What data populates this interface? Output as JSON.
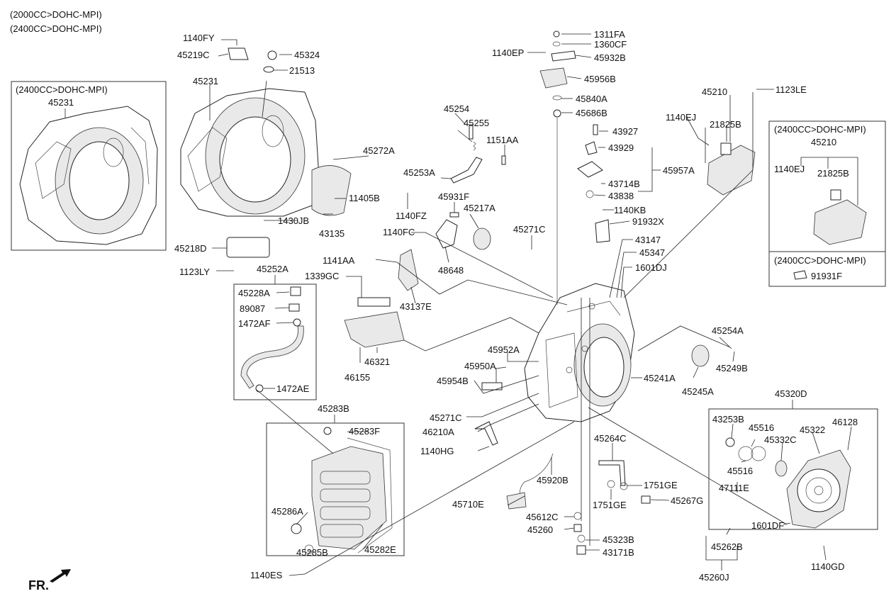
{
  "header_notes": [
    "(2000CC>DOHC-MPI)",
    "(2400CC>DOHC-MPI)"
  ],
  "fr_marker": "FR.",
  "inset_boxes": {
    "left_case": {
      "title": "(2400CC>DOHC-MPI)",
      "part": "45231"
    },
    "right_bracket": {
      "title": "(2400CC>DOHC-MPI)",
      "parts": [
        "45210",
        "1140EJ",
        "21825B"
      ],
      "sub_title": "(2400CC>DOHC-MPI)",
      "sub_part": "91931F"
    }
  },
  "group_boxes": {
    "hose_group": "45252A",
    "oil_pan_group": "45283B",
    "cover_group": "45320D"
  },
  "part_labels": [
    "1140FY",
    "45219C",
    "45324",
    "21513",
    "45231",
    "45272A",
    "11405B",
    "1140FZ",
    "1430JB",
    "43135",
    "45218D",
    "1123LY",
    "45254",
    "45255",
    "1151AA",
    "45253A",
    "45931F",
    "45217A",
    "1140FC",
    "48648",
    "45271C",
    "1141AA",
    "1339GC",
    "43137E",
    "45228A",
    "89087",
    "1472AF",
    "1472AE",
    "46321",
    "46155",
    "45952A",
    "45950A",
    "45954B",
    "45271C",
    "46210A",
    "1140HG",
    "45283F",
    "45286A",
    "45285B",
    "45282E",
    "1140ES",
    "1311FA",
    "1360CF",
    "1140EP",
    "45932B",
    "45956B",
    "45840A",
    "45686B",
    "43927",
    "43929",
    "45957A",
    "43714B",
    "43838",
    "1140KB",
    "91932X",
    "43147",
    "45347",
    "1601DJ",
    "45210",
    "1123LE",
    "1140EJ",
    "21825B",
    "45254A",
    "45249B",
    "45241A",
    "45245A",
    "45264C",
    "45920B",
    "45710E",
    "45612C",
    "45260",
    "45323B",
    "43171B",
    "1751GE",
    "1751GE",
    "45267G",
    "43253B",
    "45516",
    "45322",
    "46128",
    "45332C",
    "45516",
    "47111E",
    "1601DF",
    "45262B",
    "45260J",
    "1140GD"
  ]
}
